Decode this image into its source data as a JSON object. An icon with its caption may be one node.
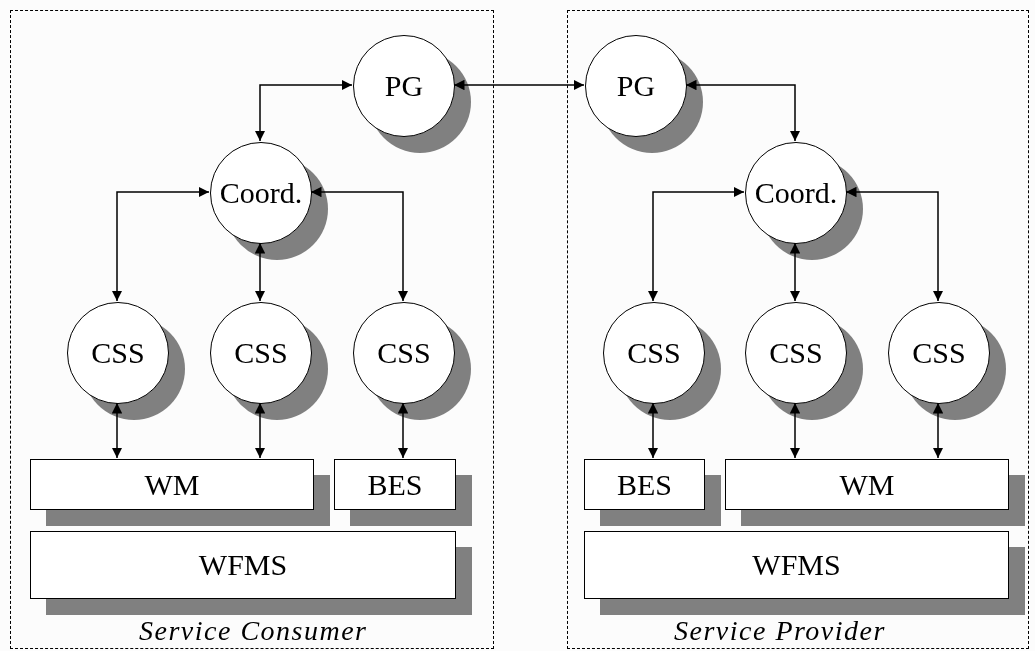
{
  "diagram": {
    "nodes": [
      {
        "text": [
          "Service Consumer"
        ]
      },
      {
        "text": [
          "PG"
        ],
        "in": 0
      },
      {
        "text": [
          "Coord."
        ],
        "in": 0
      },
      {
        "text": [
          "CSS"
        ],
        "in": 0
      },
      {
        "text": [
          "CSS"
        ],
        "in": 0
      },
      {
        "text": [
          "CSS"
        ],
        "in": 0
      },
      {
        "text": [
          "WM"
        ],
        "in": 0
      },
      {
        "text": [
          "BES"
        ],
        "in": 0
      },
      {
        "text": [
          "WFMS"
        ],
        "in": 0
      },
      {
        "text": [
          "Service Provider"
        ]
      },
      {
        "text": [
          "PG"
        ],
        "in": 9
      },
      {
        "text": [
          "Coord."
        ],
        "in": 9
      },
      {
        "text": [
          "CSS"
        ],
        "in": 9
      },
      {
        "text": [
          "CSS"
        ],
        "in": 9
      },
      {
        "text": [
          "CSS"
        ],
        "in": 9
      },
      {
        "text": [
          "BES"
        ],
        "in": 9
      },
      {
        "text": [
          "WM"
        ],
        "in": 9
      },
      {
        "text": [
          "WFMS"
        ],
        "in": 9
      }
    ],
    "edges": [
      {
        "from": 1,
        "to": 2,
        "arrow": "both"
      },
      {
        "from": 1,
        "to": 10,
        "arrow": "both"
      },
      {
        "from": 2,
        "to": 3,
        "arrow": "both"
      },
      {
        "from": 2,
        "to": 4,
        "arrow": "both"
      },
      {
        "from": 2,
        "to": 5,
        "arrow": "both"
      },
      {
        "from": 3,
        "to": 6,
        "arrow": "both"
      },
      {
        "from": 4,
        "to": 6,
        "arrow": "both"
      },
      {
        "from": 5,
        "to": 7,
        "arrow": "both"
      },
      {
        "from": 10,
        "to": 11,
        "arrow": "both"
      },
      {
        "from": 11,
        "to": 12,
        "arrow": "both"
      },
      {
        "from": 11,
        "to": 13,
        "arrow": "both"
      },
      {
        "from": 11,
        "to": 14,
        "arrow": "both"
      },
      {
        "from": 12,
        "to": 15,
        "arrow": "both"
      },
      {
        "from": 13,
        "to": 16,
        "arrow": "both"
      },
      {
        "from": 14,
        "to": 16,
        "arrow": "both"
      }
    ]
  }
}
